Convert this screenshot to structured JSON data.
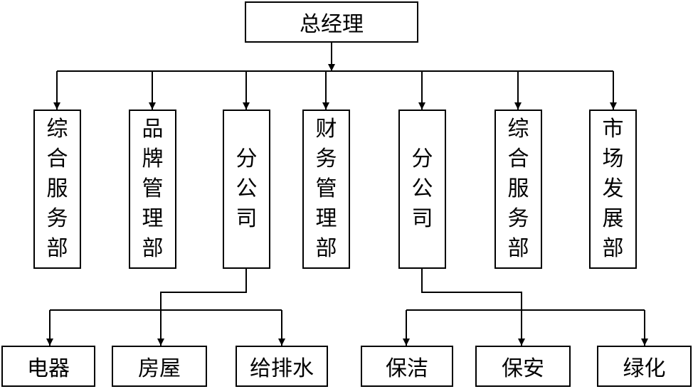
{
  "root": {
    "label": "总经理"
  },
  "departments": [
    {
      "label": "综合服务部"
    },
    {
      "label": "品牌管理部"
    },
    {
      "label": "分公司"
    },
    {
      "label": "财务管理部"
    },
    {
      "label": "分公司"
    },
    {
      "label": "综合服务部"
    },
    {
      "label": "市场发展部"
    }
  ],
  "branch_left_units": [
    {
      "label": "电器"
    },
    {
      "label": "房屋"
    },
    {
      "label": "给排水"
    }
  ],
  "branch_right_units": [
    {
      "label": "保洁"
    },
    {
      "label": "保安"
    },
    {
      "label": "绿化"
    }
  ]
}
